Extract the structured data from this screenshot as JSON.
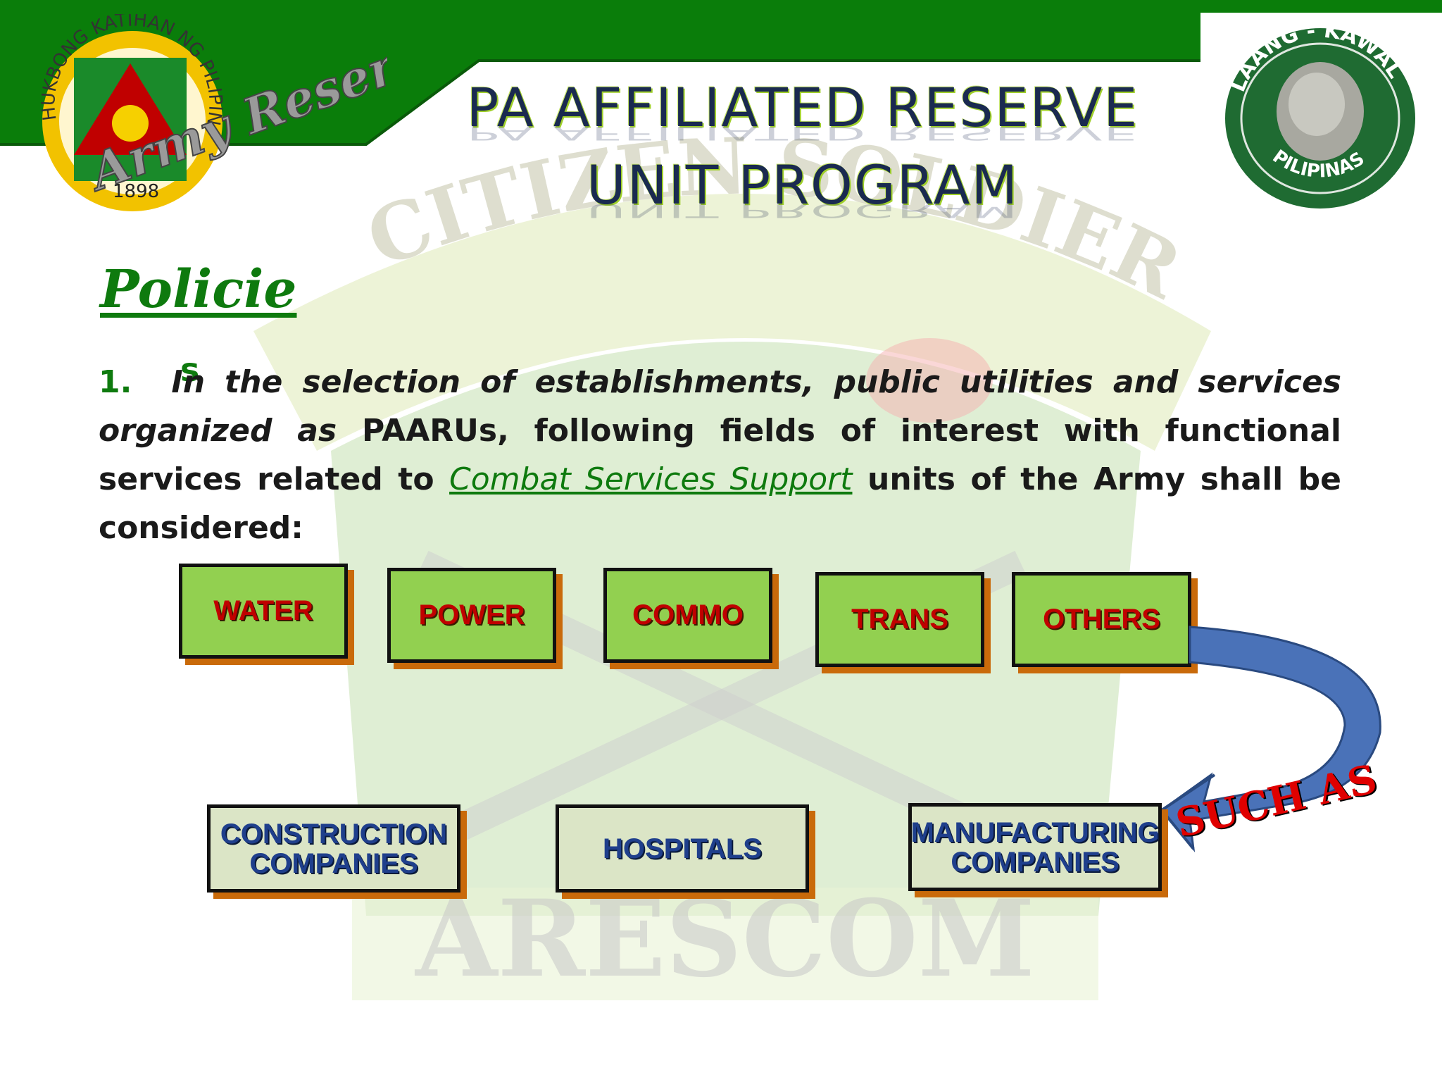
{
  "header": {
    "title_line1": "PA AFFILIATED RESERVE",
    "title_line2": "UNIT  PROGRAM",
    "colors": {
      "band": "#0a7d0a",
      "title": "#1a2a50"
    }
  },
  "logos": {
    "left_seal_text_top": "HUKBONG KATIHAN NG PILIPINAS",
    "left_seal_year": "1898",
    "left_seal_banner": "Army Reserve",
    "right_seal_top": "LAANG - KAWAL",
    "right_seal_bottom": "PILIPINAS"
  },
  "watermark": {
    "arc_text": "CITIZEN SOLDIER",
    "bottom_text": "ARESCOM"
  },
  "policy": {
    "heading": "Policie",
    "heading_suffix": "s",
    "item_number": "1.",
    "lead_italic_1": "In the selection of establishments, public utilities and services organized",
    "lead_italic_2": "as",
    "body": " PAARUs, following fields of interest with functional services related to",
    "link": "Combat Services Support",
    "tail": " units of the Army shall be considered:"
  },
  "categories": [
    "WATER",
    "POWER",
    "COMMO",
    "TRANS",
    "OTHERS"
  ],
  "examples": {
    "construction": [
      "CONSTRUCTION",
      "COMPANIES"
    ],
    "hospitals": "HOSPITALS",
    "manufacturing": [
      "MANUFACTURING",
      "COMPANIES"
    ]
  },
  "connector_label": "SUCH AS"
}
